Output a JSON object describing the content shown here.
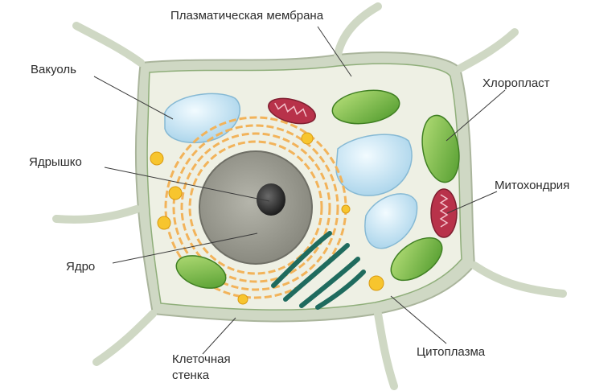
{
  "labels": {
    "membrane": "Плазматическая мембрана",
    "vacuole": "Вакуоль",
    "chloroplast": "Хлоропласт",
    "nucleolus": "Ядрышко",
    "mitochondria": "Митохондрия",
    "nucleus": "Ядро",
    "cell_wall_line1": "Клеточная",
    "cell_wall_line2": "стенка",
    "cytoplasm": "Цитоплазма"
  },
  "colors": {
    "cell_wall": "#cfd8c4",
    "cytoplasm": "#eef0e4",
    "vacuole": "#cfe8f5",
    "chloroplast": "#7cbf3f",
    "mitochondria": "#b8324a",
    "nucleus": "#9a9a92",
    "nucleolus": "#3a3a3a",
    "er": "#f2b35a",
    "teal_er": "#1f6b5e",
    "vesicle": "#f7c52e"
  }
}
